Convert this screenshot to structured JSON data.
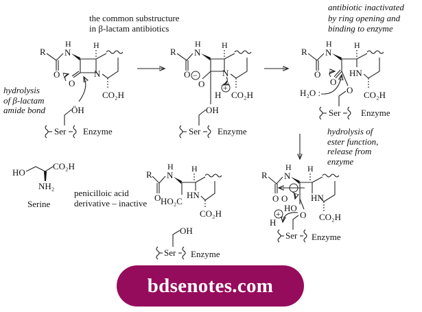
{
  "captions": {
    "common_substructure": [
      "the common substructure",
      "in β-lactam antibiotics"
    ],
    "hydrolysis_amide": [
      "hydrolysis",
      "of β-lactam",
      "amide bond"
    ],
    "inactivated": [
      "antibiotic inactivated",
      "by ring opening and",
      "binding to enzyme"
    ],
    "hydrolysis_ester": [
      "hydrolysis of",
      "ester function,",
      "release from",
      "enzyme"
    ],
    "penicilloic": [
      "penicilloic acid",
      "derivative – inactive"
    ]
  },
  "atoms": {
    "R": "R",
    "N": "N",
    "H": "H",
    "O": "O",
    "HN": "HN",
    "OH": "OH",
    "OH_lone": "ÖH",
    "CO2H": "CO₂H",
    "HO2C": "HO₂C",
    "HO": "HO",
    "NH2": "NH₂",
    "H2O": "H₂O :",
    "Ser": "Ser",
    "Enzyme": "Enzyme",
    "plus": "+",
    "minus": "−"
  },
  "serine_label": "Serine",
  "watermark": "bdsenotes.com",
  "colors": {
    "watermark_bg": "#960c5c",
    "watermark_text": "#ffffff"
  }
}
